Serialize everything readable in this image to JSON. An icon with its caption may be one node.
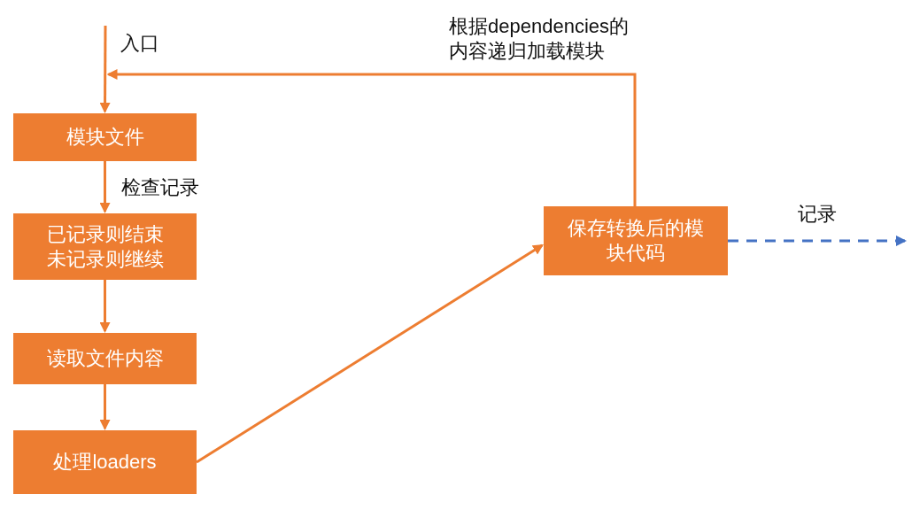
{
  "diagram": {
    "nodes": [
      {
        "text": [
          "模块文件"
        ]
      },
      {
        "text": [
          "已记录则结束未记录则继续"
        ]
      },
      {
        "text": [
          "读取文件内容"
        ]
      },
      {
        "text": [
          "处理loaders"
        ]
      },
      {
        "text": [
          "保存转换后的模块代码"
        ]
      }
    ],
    "edges": [
      {
        "from": null,
        "to": 0,
        "arrow": "to",
        "label": "入口"
      },
      {
        "from": 0,
        "to": 1,
        "arrow": "to",
        "label": "检查记录"
      },
      {
        "from": 1,
        "to": 2,
        "arrow": "to"
      },
      {
        "from": 2,
        "to": 3,
        "arrow": "to"
      },
      {
        "from": 3,
        "to": 4,
        "arrow": "to"
      },
      {
        "from": 4,
        "to": 0,
        "arrow": "to",
        "label": "根据dependencies的内容递归加载模块"
      },
      {
        "from": 4,
        "to": null,
        "arrow": "to",
        "label": "记录",
        "style": "dashed",
        "color": "#4472c4"
      }
    ]
  }
}
